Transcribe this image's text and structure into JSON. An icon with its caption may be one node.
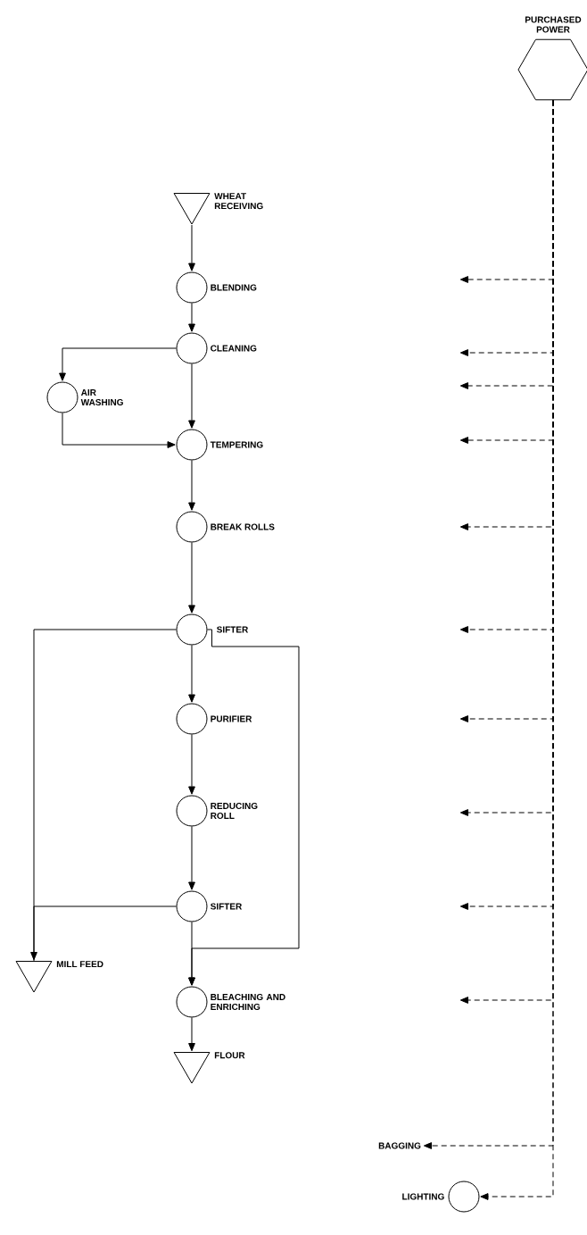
{
  "diagram": {
    "nodes": [
      {
        "text": [
          "PURCHASED POWER"
        ]
      },
      {
        "text": [
          "WHEAT RECEIVING"
        ]
      },
      {
        "text": [
          "BLENDING"
        ]
      },
      {
        "text": [
          "CLEANING"
        ]
      },
      {
        "text": [
          "AIR WASHING"
        ]
      },
      {
        "text": [
          "TEMPERING"
        ]
      },
      {
        "text": [
          "BREAK ROLLS"
        ]
      },
      {
        "text": [
          "SIFTER"
        ]
      },
      {
        "text": [
          "PURIFIER"
        ]
      },
      {
        "text": [
          "REDUCING ROLL"
        ]
      },
      {
        "text": [
          "SIFTER"
        ]
      },
      {
        "text": [
          "MILL FEED"
        ]
      },
      {
        "text": [
          "BLEACHING AND ENRICHING"
        ]
      },
      {
        "text": [
          "FLOUR"
        ]
      },
      {
        "text": [
          "LIGHTING"
        ]
      },
      {
        "text": [
          "BAGGING"
        ]
      }
    ],
    "edges": [
      {
        "from": 1,
        "to": 2,
        "arrow": "to"
      },
      {
        "from": 2,
        "to": 3,
        "arrow": "to"
      },
      {
        "from": 3,
        "to": 4,
        "arrow": "to"
      },
      {
        "from": 3,
        "to": 5,
        "arrow": "to"
      },
      {
        "from": 4,
        "to": 5,
        "arrow": "to"
      },
      {
        "from": 5,
        "to": 6,
        "arrow": "to"
      },
      {
        "from": 6,
        "to": 7,
        "arrow": "to"
      },
      {
        "from": 7,
        "to": 8,
        "arrow": "to"
      },
      {
        "from": 8,
        "to": 9,
        "arrow": "to"
      },
      {
        "from": 9,
        "to": 10,
        "arrow": "to"
      },
      {
        "from": 7,
        "to": 11,
        "arrow": "none"
      },
      {
        "from": 10,
        "to": 11,
        "arrow": "to"
      },
      {
        "from": 7,
        "to": 12,
        "arrow": "to"
      },
      {
        "from": 10,
        "to": 12,
        "arrow": "to"
      },
      {
        "from": 12,
        "to": 13,
        "arrow": "to"
      },
      {
        "from": 0,
        "to": null,
        "arrow": "to",
        "style": "dashed"
      },
      {
        "from": 0,
        "to": null,
        "arrow": "to",
        "style": "dashed"
      },
      {
        "from": 0,
        "to": null,
        "arrow": "to",
        "style": "dashed"
      },
      {
        "from": 0,
        "to": null,
        "arrow": "to",
        "style": "dashed"
      },
      {
        "from": 0,
        "to": null,
        "arrow": "to",
        "style": "dashed"
      },
      {
        "from": 0,
        "to": null,
        "arrow": "to",
        "style": "dashed"
      },
      {
        "from": 0,
        "to": null,
        "arrow": "to",
        "style": "dashed"
      },
      {
        "from": 0,
        "to": null,
        "arrow": "to",
        "style": "dashed"
      },
      {
        "from": 0,
        "to": null,
        "arrow": "to",
        "style": "dashed"
      },
      {
        "from": 0,
        "to": null,
        "arrow": "to",
        "style": "dashed"
      },
      {
        "from": 0,
        "to": 15,
        "arrow": "to",
        "style": "dashed"
      },
      {
        "from": 0,
        "to": 14,
        "arrow": "to",
        "style": "dashed"
      }
    ]
  }
}
